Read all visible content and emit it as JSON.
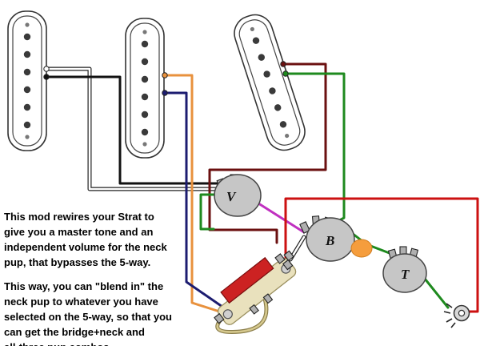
{
  "notes": {
    "para1_lines": [
      "This mod rewires your Strat to",
      "give you a master tone and an",
      "independent volume for the neck",
      "pup, that bypasses the 5-way."
    ],
    "para2_lines": [
      "This way, you can \"blend in\" the",
      "neck pup to whatever you have",
      "selected on the 5-way, so that you",
      "can get the bridge+neck and",
      "all-three pup combos"
    ]
  },
  "pots": {
    "volume": {
      "label": "V"
    },
    "blend": {
      "label": "B"
    },
    "tone": {
      "label": "T"
    }
  },
  "components": {
    "neck_pickup": "single-coil-pickup",
    "middle_pickup": "single-coil-pickup",
    "bridge_pickup": "single-coil-pickup-slanted",
    "five_way_switch": "5-way-selector-switch",
    "capacitor": "tone-capacitor",
    "output_jack": "output-jack"
  },
  "colors": {
    "wire_white": "#ffffff",
    "wire_black": "#111111",
    "wire_orange": "#e8913d",
    "wire_navy": "#1c1c70",
    "wire_maroon": "#6b1010",
    "wire_green": "#1e8a1e",
    "wire_purple": "#c030c0",
    "wire_red": "#cc1111",
    "wire_tan": "#d6c98e",
    "pot_body": "#c6c6c6",
    "switch_body_red": "#cc2222",
    "switch_plate_tan": "#e9e1bd",
    "capacitor_orange": "#f59d3d",
    "background": "#ffffff"
  }
}
